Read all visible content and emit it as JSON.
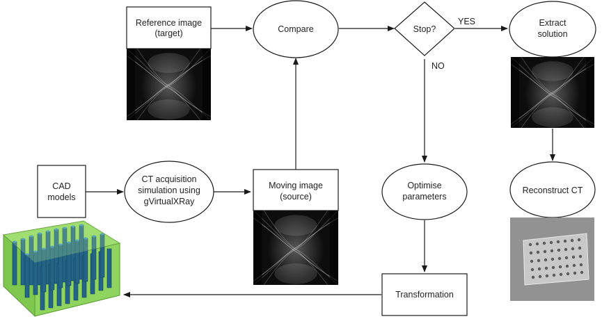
{
  "nodes": {
    "reference": {
      "line1": "Reference image",
      "line2": "(target)"
    },
    "compare": {
      "label": "Compare"
    },
    "stop": {
      "label": "Stop?"
    },
    "extract": {
      "line1": "Extract",
      "line2": "solution"
    },
    "cad": {
      "line1": "CAD",
      "line2": "models"
    },
    "ct_sim": {
      "line1": "CT acquisition",
      "line2": "simulation using",
      "line3": "gVirtualXRay"
    },
    "moving": {
      "line1": "Moving image",
      "line2": "(source)"
    },
    "optimise": {
      "line1": "Optimise",
      "line2": "parameters"
    },
    "reconstruct": {
      "label": "Reconstruct CT"
    },
    "transformation": {
      "label": "Transformation"
    }
  },
  "edges": {
    "yes": "YES",
    "no": "NO"
  },
  "images": {
    "sinogram": "sinogram-image",
    "ct_slice": "ct-slice-image",
    "cad_render": "cad-3d-render"
  },
  "colors": {
    "stroke": "#1a1a1a",
    "cad_green": "#7ec850",
    "cad_blue": "#1f5f8a"
  }
}
